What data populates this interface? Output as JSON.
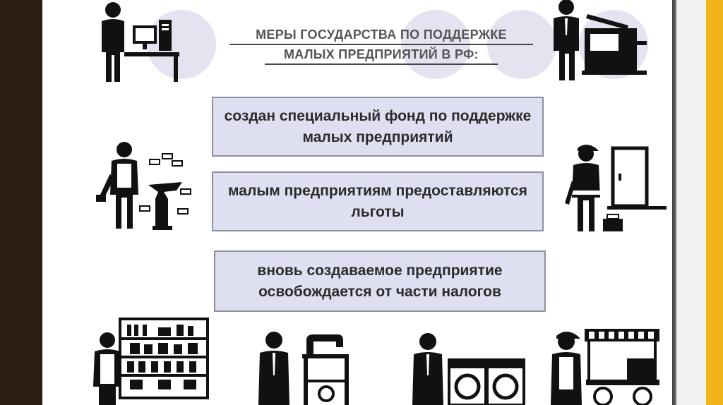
{
  "title": {
    "line1": "МЕРЫ ГОСУДАРСТВА  ПО ПОДДЕРЖКЕ",
    "line2": "МАЛЫХ ПРЕДПРИЯТИЙ  В РФ:"
  },
  "measures": [
    {
      "text": "создан специальный фонд по поддержке малых предприятий"
    },
    {
      "text": "малым предприятиям предоставляются льготы"
    },
    {
      "text": "вновь создаваемое предприятие освобождается от части налогов"
    }
  ],
  "colors": {
    "box_fill": "#dedff0",
    "box_border": "#8f8f9f",
    "accent_strip": "#f2b41b",
    "dark_strip": "#2a1f12"
  },
  "icons": [
    "office-worker-computer-icon",
    "printer-operator-icon",
    "blacksmith-anvil-icon",
    "repairman-door-icon",
    "shop-shelves-seller-icon",
    "tailor-sewing-machine-icon",
    "laundry-washer-icon",
    "street-vendor-cart-icon"
  ]
}
